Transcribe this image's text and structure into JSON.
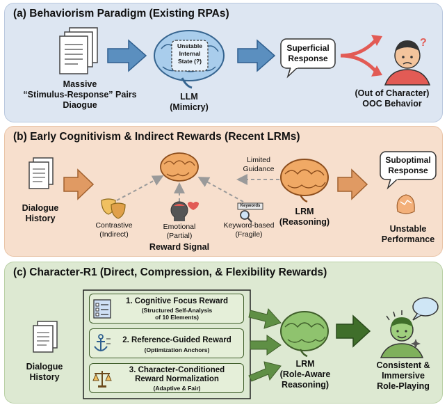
{
  "panel_a": {
    "title": "(a) Behaviorism Paradigm (Existing RPAs)",
    "pairs_label_1": "Massive",
    "pairs_label_2": "“Stimulus-Response” Pairs",
    "pairs_label_3": "Diaogue",
    "unstable_1": "Unstable",
    "unstable_2": "Internal",
    "unstable_3": "State (?)",
    "llm_label": "LLM",
    "llm_sub": "(Mimicry)",
    "bubble_1": "Superficial",
    "bubble_2": "Response",
    "ooc_1": "(Out of Character)",
    "ooc_2": "OOC  Behavior"
  },
  "panel_b": {
    "title": "(b) Early Cognitivism & Indirect Rewards (Recent LRMs)",
    "history_1": "Dialogue",
    "history_2": "History",
    "limited_1": "Limited",
    "limited_2": "Guidance",
    "contrastive_1": "Contrastive",
    "contrastive_2": "(Indirect)",
    "emotional_1": "Emotional",
    "emotional_2": "(Partial)",
    "keyword_tag": "Keywords",
    "keyword_1": "Keyword-based",
    "keyword_2": "(Fragile)",
    "reward_signal": "Reward Signal",
    "lrm_1": "LRM",
    "lrm_2": "(Reasoning)",
    "bubble_1": "Suboptimal",
    "bubble_2": "Response",
    "perf_1": "Unstable",
    "perf_2": "Performance"
  },
  "panel_c": {
    "title": "(c) Character-R1 (Direct, Compression, & Flexibility Rewards)",
    "history_1": "Dialogue",
    "history_2": "History",
    "reward1_title": "1. Cognitive Focus Reward",
    "reward1_sub_1": "(Structured Self-Analysis",
    "reward1_sub_2": "of 10 Elements)",
    "reward2_title": "2. Reference-Guided Reward",
    "reward2_sub": "(Optimization Anchors)",
    "reward3_title_1": "3. Character-Conditioned",
    "reward3_title_2": "Reward Normalization",
    "reward3_sub": "(Adaptive & Fair)",
    "lrm_1": "LRM",
    "lrm_2": "(Role-Aware",
    "lrm_3": "Reasoning)",
    "out_1": "Consistent &",
    "out_2": "Immersive",
    "out_3": "Role-Playing"
  },
  "colors": {
    "panel_a_bg": "#dde6f2",
    "panel_b_bg": "#f7dfcd",
    "panel_c_bg": "#dde9d2",
    "arrow_blue": "#5b8fbf",
    "arrow_orange": "#e09a63",
    "arrow_green": "#5f8f45",
    "ooc_red": "#e25b55"
  }
}
